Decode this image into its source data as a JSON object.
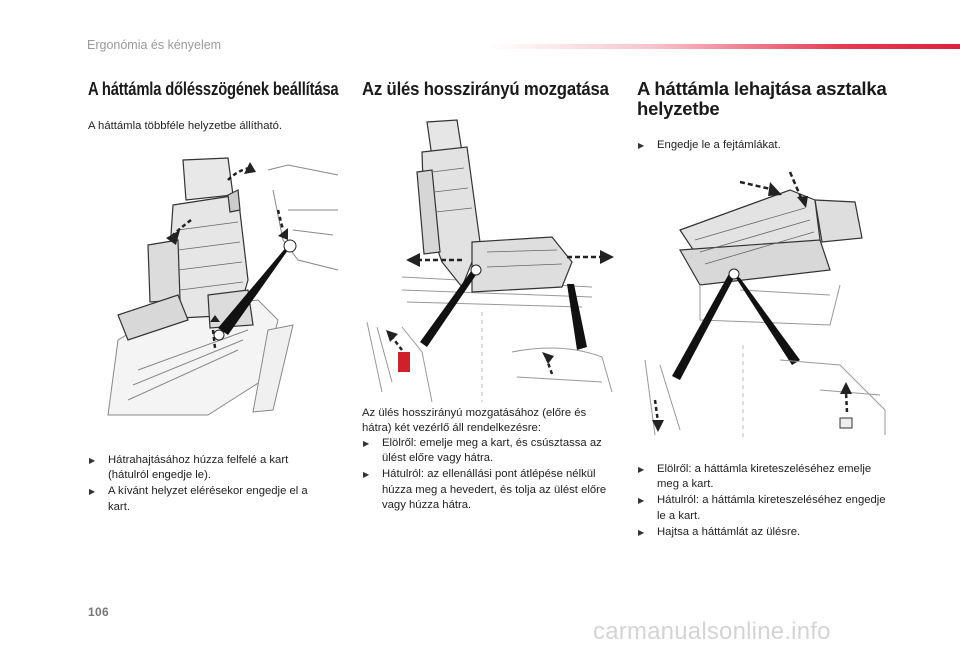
{
  "header": {
    "title": "Ergonómia és kényelem"
  },
  "col1": {
    "heading": "A háttámla dőlésszögének beállítása",
    "intro": "A háttámla többféle helyzetbe állítható.",
    "bullets": [
      "Hátrahajtásához húzza felfelé a kart (hátulról engedje le).",
      "A kívánt helyzet elérésekor engedje el a kart."
    ]
  },
  "col2": {
    "heading": "Az ülés hosszirányú mozgatása",
    "intro": "Az ülés hosszirányú mozgatásához (előre és hátra) két vezérlő áll rendelkezésre:",
    "bullets": [
      "Elölről: emelje meg a kart, és csúsztassa az ülést előre vagy hátra.",
      "Hátulról: az ellenállási pont átlépése nélkül húzza meg a hevedert, és tolja az ülést előre vagy húzza hátra."
    ]
  },
  "col3": {
    "heading": "A háttámla lehajtása asztalka helyzetbe",
    "intro_bullet": "Engedje le a fejtámlákat.",
    "bullets": [
      "Elölről: a háttámla kireteszeléséhez emelje meg a kart.",
      "Hátulról: a háttámla kireteszeléséhez engedje le a kart.",
      "Hajtsa a háttámlát az ülésre."
    ]
  },
  "footer": {
    "page_number": "106",
    "watermark": "carmanualsonline.info"
  },
  "colors": {
    "accent": "#d9233f",
    "highlight": "#d0202a"
  }
}
